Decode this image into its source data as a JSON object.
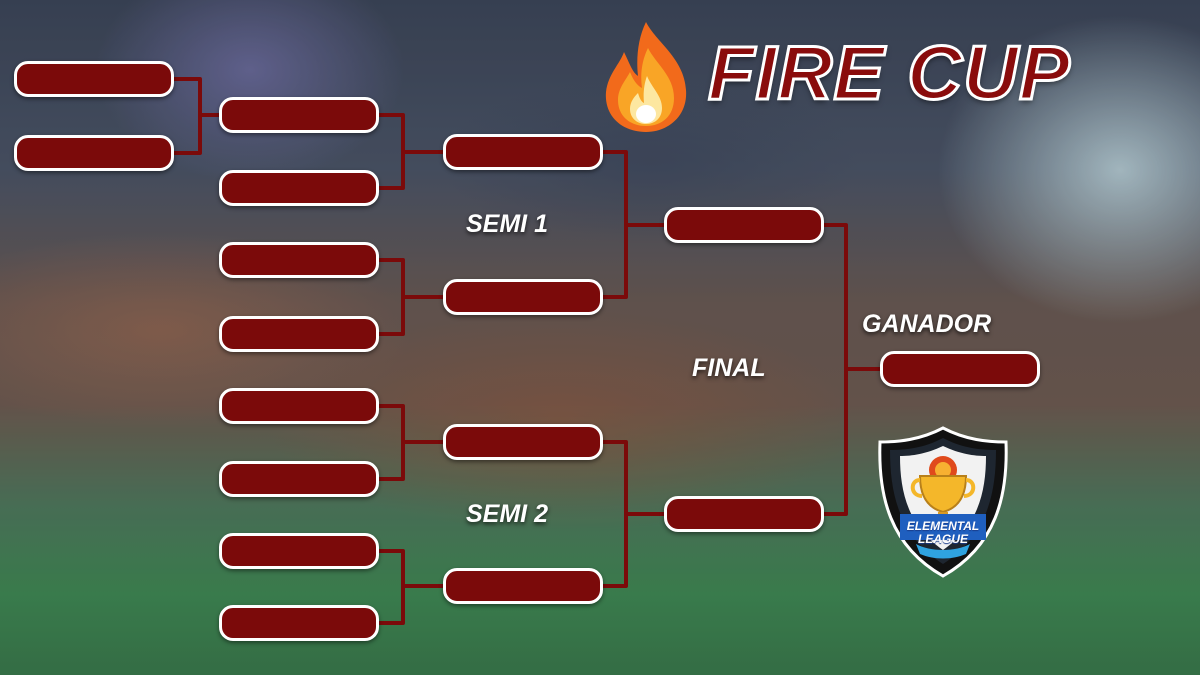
{
  "title": "FIRE CUP",
  "labels": {
    "semi1": "SEMI 1",
    "semi2": "SEMI 2",
    "final": "FINAL",
    "winner": "GANADOR"
  },
  "logo": {
    "line1": "ELEMENTAL",
    "line2": "LEAGUE"
  },
  "icons": {
    "title_icon": "fire-icon",
    "logo_icon": "trophy-shield-icon"
  },
  "colors": {
    "slot_fill": "#7b0a0a",
    "slot_border": "#ffffff",
    "connector": "#7b0a0a",
    "title_fill": "#8a0c0c",
    "title_outline": "#ffffff"
  }
}
